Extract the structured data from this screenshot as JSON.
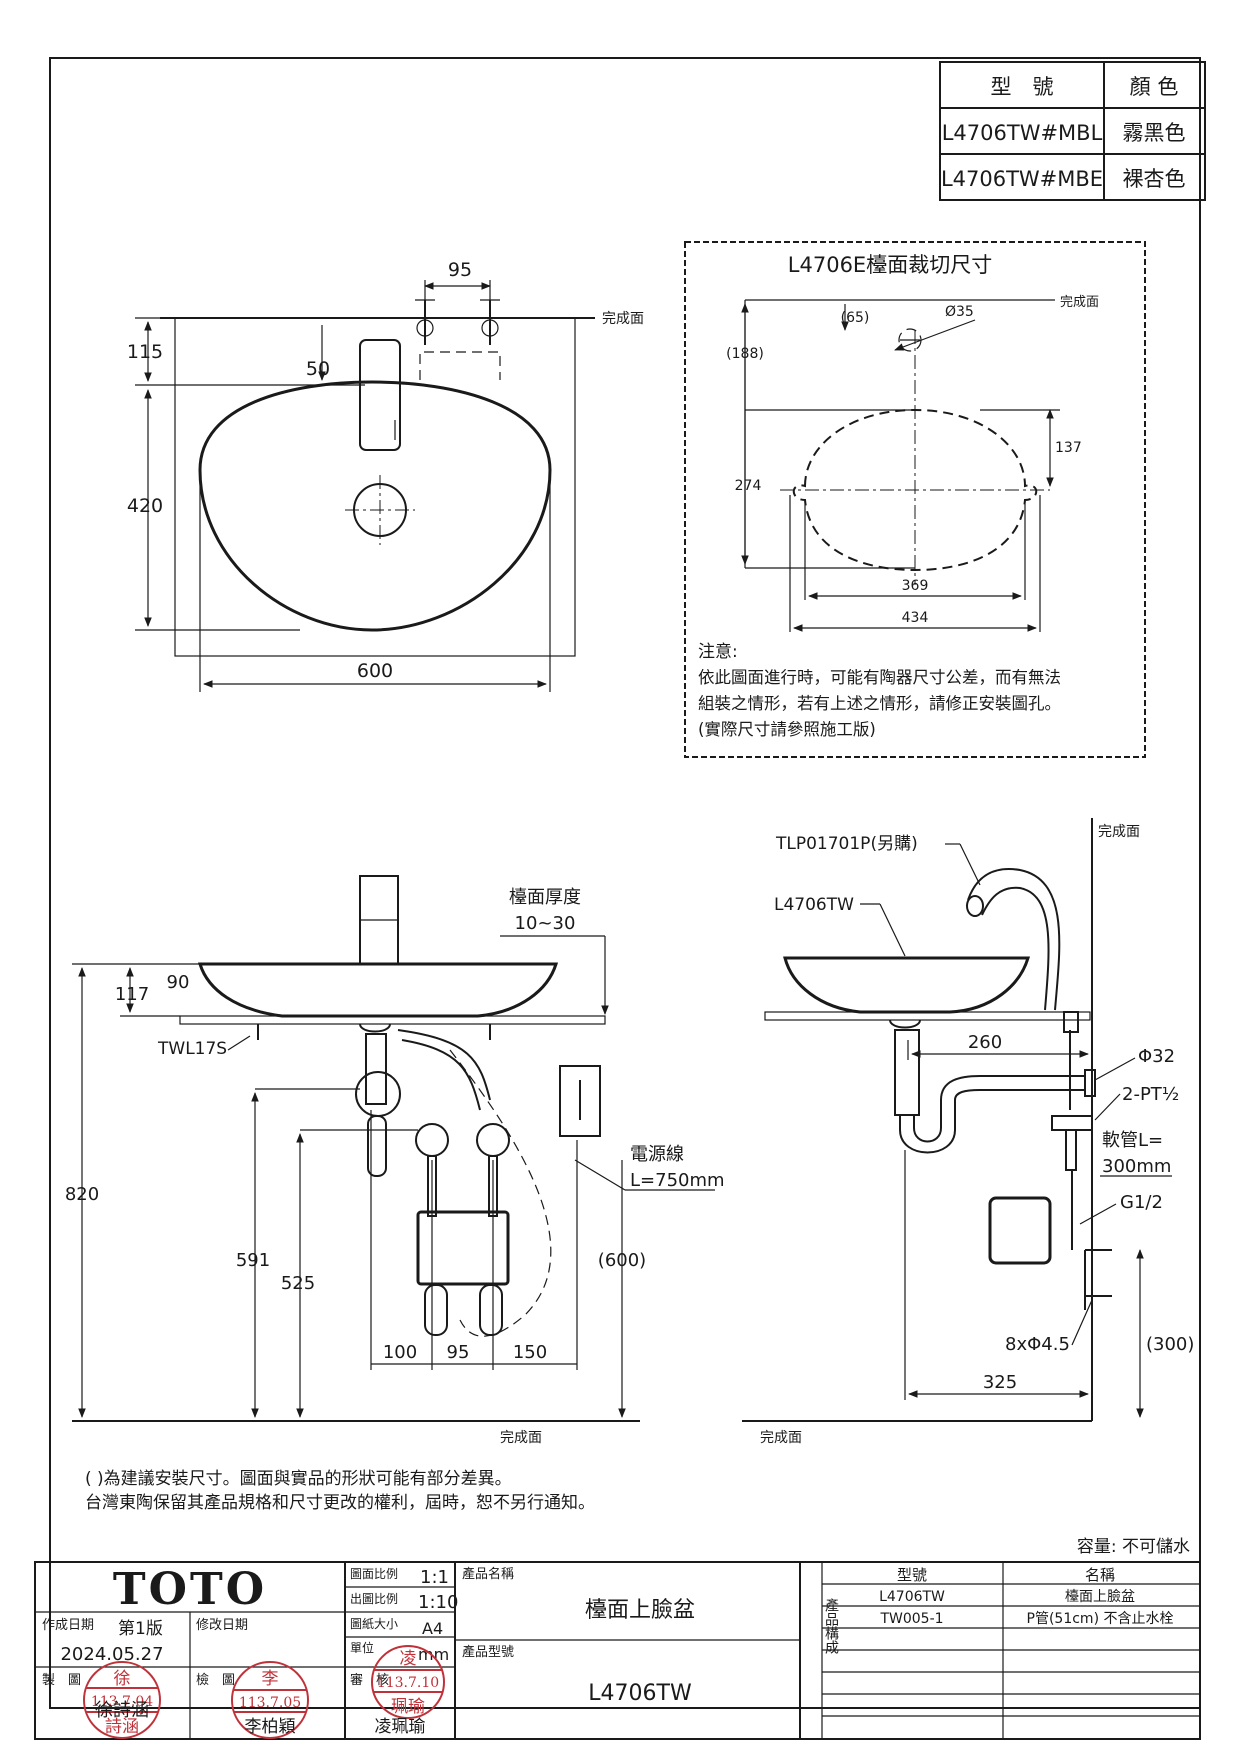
{
  "model_table": {
    "header": {
      "model": "型　號",
      "color": "顏 色"
    },
    "rows": [
      {
        "model": "L4706TW#MBL",
        "color": "霧黑色"
      },
      {
        "model": "L4706TW#MBE",
        "color": "裸杏色"
      }
    ]
  },
  "top_view": {
    "dim_95": "95",
    "dim_115": "115",
    "dim_50": "50",
    "dim_420": "420",
    "dim_600": "600",
    "finish_label": "完成面"
  },
  "cutout": {
    "title": "L4706E檯面裁切尺寸",
    "finish_label": "完成面",
    "dim_65": "(65)",
    "dim_35": "Ø35",
    "dim_188": "(188)",
    "dim_137": "137",
    "dim_274": "274",
    "dim_369": "369",
    "dim_434": "434",
    "note_title": "注意:",
    "note_line1": "依此圖面進行時，可能有陶器尺寸公差，而有無法",
    "note_line2": "組裝之情形，若有上述之情形，請修正安裝圖孔。",
    "note_line3": "(實際尺寸請參照施工版)"
  },
  "front_view": {
    "counter_thickness": "檯面厚度",
    "counter_thickness_val": "10~30",
    "dim_117": "117",
    "dim_90": "90",
    "twl": "TWL17S",
    "dim_820": "820",
    "dim_591": "591",
    "dim_525": "525",
    "power_cord": "電源線",
    "power_cord_len": "L=750mm",
    "dim_600": "(600)",
    "dim_100": "100",
    "dim_95": "95",
    "dim_150": "150",
    "finish_label": "完成面"
  },
  "side_view": {
    "tlp": "TLP01701P(另購)",
    "model": "L4706TW",
    "finish_top": "完成面",
    "dim_260": "260",
    "dim_32": "Φ32",
    "pt": "2-PT½",
    "hose": "軟管L=",
    "hose_len": "300mm",
    "g12": "G1/2",
    "screws": "8xΦ4.5",
    "dim_300": "(300)",
    "dim_325": "325",
    "finish_bottom": "完成面"
  },
  "notes": {
    "line1": "( )為建議安裝尺寸。圖面與實品的形狀可能有部分差異。",
    "line2": "台灣東陶保留其產品規格和尺寸更改的權利，屆時，恕不另行通知。",
    "capacity": "容量: 不可儲水"
  },
  "title_block": {
    "logo": "TOTO",
    "created_label": "作成日期",
    "edition": "第1版",
    "revised_label": "修改日期",
    "date": "2024.05.27",
    "drawn_label": "製　圖",
    "check_label": "檢　圖",
    "approve_label": "審　核",
    "scale_label": "圖面比例",
    "scale_val": "1:1",
    "print_scale_label": "出圖比例",
    "print_scale_val": "1:10",
    "paper_label": "圖紙大小",
    "paper_val": "A4",
    "unit_label": "單位",
    "unit_val": "mm",
    "product_name_label": "產品名稱",
    "product_name": "檯面上臉盆",
    "product_model_label": "產品型號",
    "product_model": "L4706TW",
    "composition_label": "產品構成",
    "comp_header_model": "型號",
    "comp_header_name": "名稱",
    "comp_rows": [
      {
        "model": "L4706TW",
        "name": "檯面上臉盆"
      },
      {
        "model": "TW005-1",
        "name": "P管(51cm) 不含止水栓"
      }
    ],
    "stamp_drawn_top": "徐",
    "stamp_drawn_date": "113.7.04",
    "stamp_drawn_name": "詩涵",
    "stamp_drawn_sig": "徐詩涵",
    "stamp_check_top": "李",
    "stamp_check_date": "113.7.05",
    "stamp_check_sig": "李柏穎",
    "stamp_approve_top": "凌",
    "stamp_approve_date": "113.7.10",
    "stamp_approve_name": "珮瑜",
    "stamp_approve_sig": "凌珮瑜"
  },
  "colors": {
    "line": "#1a1a1a",
    "stamp": "#c0323a"
  }
}
